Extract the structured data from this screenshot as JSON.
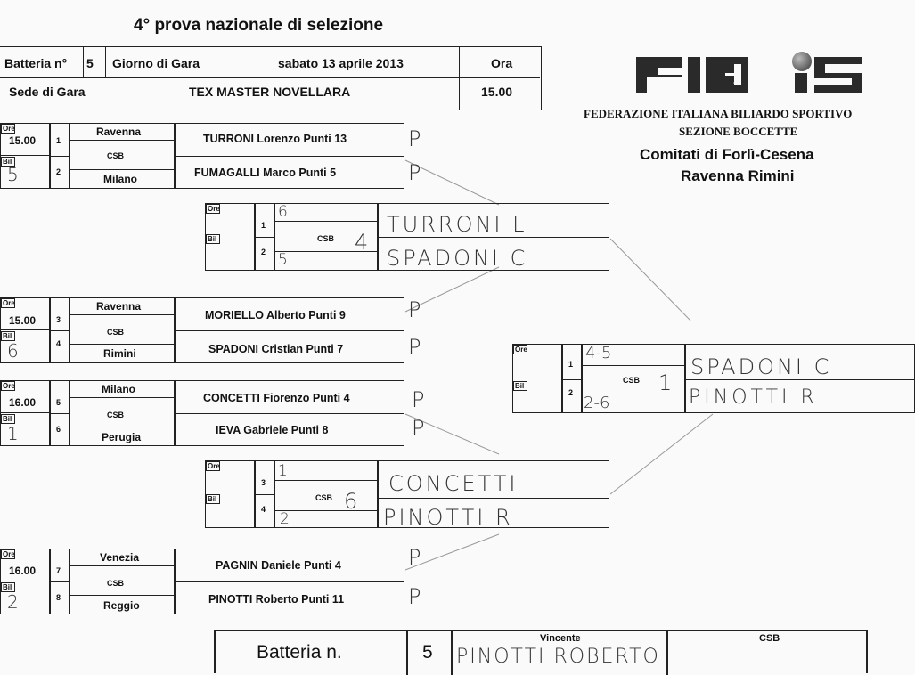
{
  "title": "4° prova nazionale di selezione",
  "header": {
    "batteria_label": "Batteria n°",
    "batteria_num": "5",
    "giorno_label": "Giorno di Gara",
    "giorno_value": "sabato 13 aprile 2013",
    "ora_label": "Ora",
    "sede_label": "Sede di Gara",
    "sede_value": "TEX MASTER NOVELLARA",
    "ora_value": "15.00"
  },
  "federation": {
    "logo_text": "FIBIS",
    "line1": "FEDERAZIONE ITALIANA BILIARDO SPORTIVO",
    "line2": "SEZIONE BOCCETTE",
    "line3": "Comitati di Forlì-Cesena",
    "line4": "Ravenna Rimini"
  },
  "labels": {
    "ore": "Ore",
    "bil": "Bil",
    "csb": "CSB"
  },
  "matches": [
    {
      "time": "15.00",
      "bil": "5",
      "n1": "1",
      "n2": "2",
      "city1": "Ravenna",
      "city2": "Milano",
      "p1": "TURRONI Lorenzo Punti 13",
      "p2": "FUMAGALLI Marco Punti 5",
      "m1": "P",
      "m2": "P"
    },
    {
      "time": "15.00",
      "bil": "6",
      "n1": "3",
      "n2": "4",
      "city1": "Ravenna",
      "city2": "Rimini",
      "p1": "MORIELLO Alberto Punti 9",
      "p2": "SPADONI Cristian Punti 7",
      "m1": "P",
      "m2": "P"
    },
    {
      "time": "16.00",
      "bil": "1",
      "n1": "5",
      "n2": "6",
      "city1": "Milano",
      "city2": "Perugia",
      "p1": "CONCETTI Fiorenzo Punti 4",
      "p2": "IEVA Gabriele  Punti 8",
      "m1": "P",
      "m2": "P"
    },
    {
      "time": "16.00",
      "bil": "2",
      "n1": "7",
      "n2": "8",
      "city1": "Venezia",
      "city2": "Reggio",
      "p1": "PAGNIN Daniele Punti 4",
      "p2": "PINOTTI Roberto Punti 11",
      "m1": "P",
      "m2": "P"
    }
  ],
  "semis": [
    {
      "n1": "1",
      "n2": "2",
      "s1": "6",
      "s2": "5",
      "csb": "4",
      "w1": "TURRONI L",
      "w2": "SPADONI C"
    },
    {
      "n1": "3",
      "n2": "4",
      "s1": "1",
      "s2": "2",
      "csb": "6",
      "w1": "CONCETTI",
      "w2": "PINOTTI R"
    }
  ],
  "final": {
    "n1": "1",
    "n2": "2",
    "s1": "4-5",
    "s2": "2-6",
    "csb": "1",
    "w1": "SPADONI C",
    "w2": "PINOTTI R"
  },
  "footer": {
    "batteria_label": "Batteria n.",
    "num": "5",
    "vincente_label": "Vincente",
    "vincente": "PINOTTI ROBERTO",
    "csb_label": "CSB"
  }
}
